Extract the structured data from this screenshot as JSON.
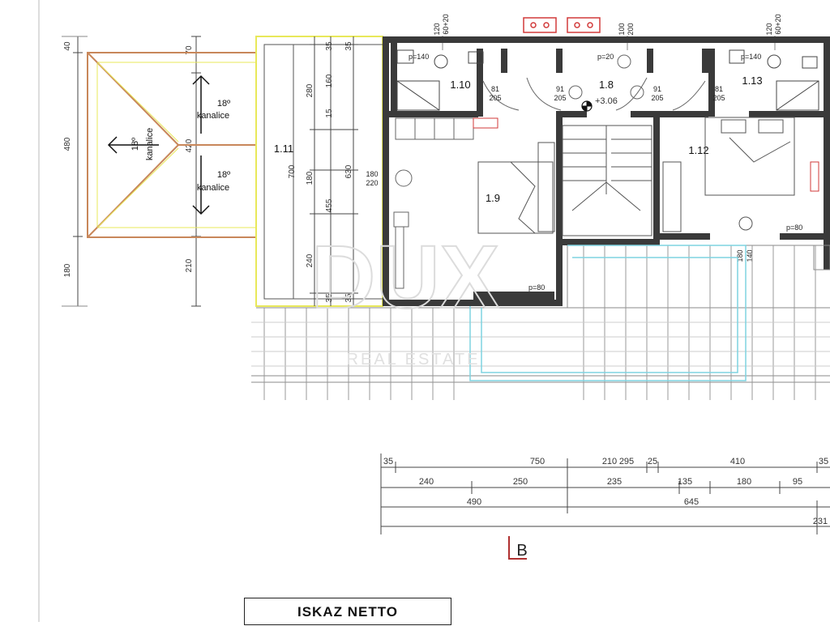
{
  "roof": {
    "slope_top": "18º",
    "gutter_top": "kanalice",
    "slope_bottom": "18º",
    "gutter_bottom": "kanalice",
    "slope_left": "18º",
    "gutter_left": "kanalice"
  },
  "rooms": {
    "r1_8": "1.8",
    "r1_9": "1.9",
    "r1_10": "1.10",
    "r1_11": "1.11",
    "r1_12": "1.12",
    "r1_13": "1.13"
  },
  "level": "+3.06",
  "parapets": [
    "p=140",
    "p=20",
    "p=140",
    "p=80",
    "p=80"
  ],
  "doors": [
    {
      "w": "81",
      "h": "205"
    },
    {
      "w": "91",
      "h": "205"
    },
    {
      "w": "91",
      "h": "205"
    },
    {
      "w": "81",
      "h": "205"
    }
  ],
  "door_1_9": {
    "w": "180",
    "h": "220"
  },
  "door_1_12": {
    "w": "180",
    "h": "140"
  },
  "top_dims": {
    "d1a": "120",
    "d1b": "60+20",
    "d2a": "100",
    "d2b": "200",
    "d3a": "120",
    "d3b": "60+20"
  },
  "left_dims": {
    "a": "40",
    "b": "480",
    "c": "180"
  },
  "roof_dims": {
    "a": "70",
    "b": "420",
    "c": "210"
  },
  "terrace_dims": {
    "a": "35",
    "b": "280",
    "c": "160",
    "d": "15",
    "e": "700",
    "f": "180",
    "g": "630",
    "h": "455",
    "i": "240",
    "j": "35",
    "k": "35",
    "l": "35"
  },
  "bottom_dims": {
    "row1": [
      "35",
      "750",
      "210",
      "295",
      "25",
      "410",
      "35"
    ],
    "row2": [
      "240",
      "250",
      "235",
      "135",
      "180",
      "95"
    ],
    "row3": [
      "490",
      "645"
    ],
    "row4": [
      "231"
    ]
  },
  "section_label": "B",
  "watermark": {
    "logo": "DUX",
    "sub": "REAL ESTATE"
  },
  "legend_title": "ISKAZ NETTO",
  "colors": {
    "wall": "#3a3a3a",
    "roof_line": "#c8875a",
    "pool": "#7fd3e0",
    "outline_yellow": "#e8e85a",
    "section": "#b03030",
    "appliance_red": "#d23a3a"
  }
}
